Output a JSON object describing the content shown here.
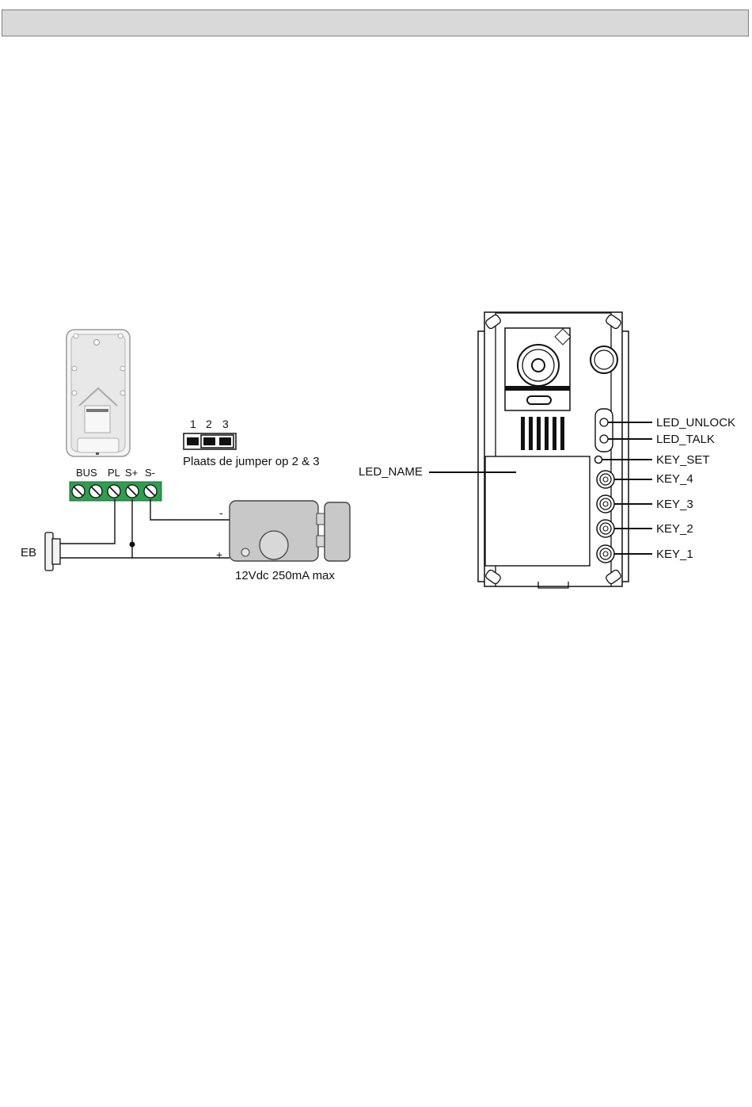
{
  "wiring": {
    "jumper_numbers": [
      "1",
      "2",
      "3"
    ],
    "jumper_instruction": "Plaats de jumper op 2 & 3",
    "terminals": [
      "BUS",
      "PL",
      "S+",
      "S-"
    ],
    "eb_label": "EB",
    "lock_minus": "-",
    "lock_plus": "+",
    "lock_spec": "12Vdc 250mA max"
  },
  "panel": {
    "led_unlock": "LED_UNLOCK",
    "led_talk": "LED_TALK",
    "key_set": "KEY_SET",
    "key_4": "KEY_4",
    "key_3": "KEY_3",
    "key_2": "KEY_2",
    "key_1": "KEY_1",
    "led_name": "LED_NAME"
  },
  "colors": {
    "terminal_block": "#2e9e4f",
    "lock_body": "#c8c8c8",
    "header_bar": "#d9d9d9"
  }
}
